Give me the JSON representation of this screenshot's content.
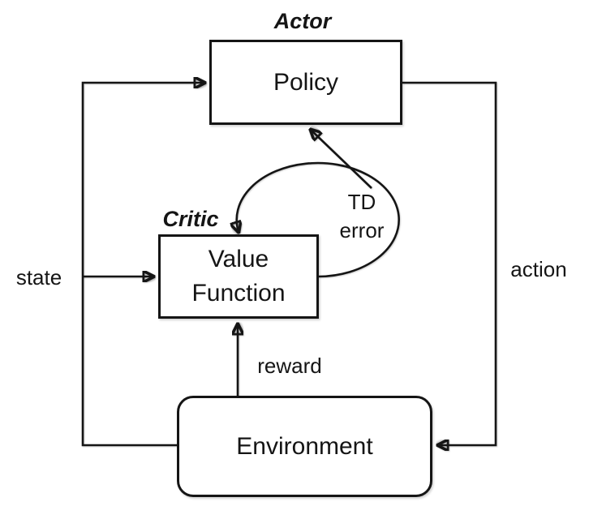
{
  "diagram": {
    "actor_label": "Actor",
    "critic_label": "Critic",
    "policy_box": "Policy",
    "value_function_box": {
      "line1": "Value",
      "line2": "Function"
    },
    "environment_box": "Environment",
    "state_label": "state",
    "action_label": "action",
    "reward_label": "reward",
    "td_error_label": {
      "line1": "TD",
      "line2": "error"
    },
    "colors": {
      "stroke": "#151515",
      "background": "#ffffff"
    }
  }
}
